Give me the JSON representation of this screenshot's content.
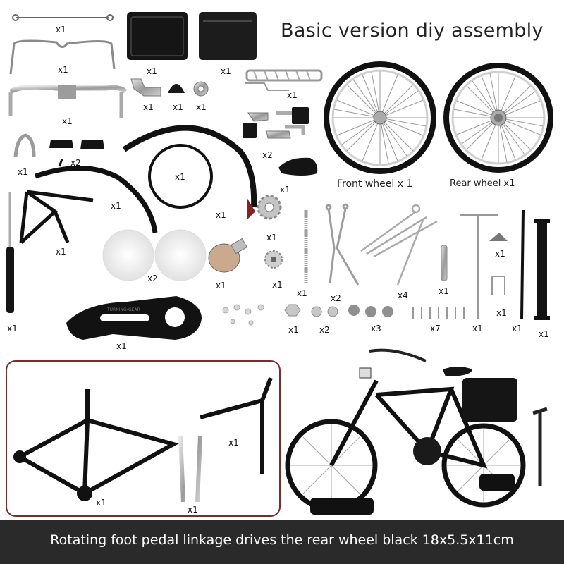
{
  "title": "Basic version diy assembly",
  "quantities": {
    "wire": "x1",
    "bag_front": "x1",
    "bag_back": "x1",
    "handlebar": "x1",
    "bracket": "x1",
    "seat_cone": "x1",
    "nut_top": "x1",
    "rack": "x1",
    "stem": "x1",
    "clip": "x1",
    "blocks": "x2",
    "pedals": "x2",
    "saddle": "x1",
    "fender": "x1",
    "tire": "x1",
    "mudguard": "x1",
    "kickstand": "x1",
    "discs": "x2",
    "gear": "x1",
    "hub": "x1",
    "sprocket": "x1",
    "chainguard": "x1",
    "screwdriver": "x1",
    "brake_levers": "x2",
    "spokes_bundle": "x4",
    "pin": "x1",
    "pump": "x1",
    "spring": "x1",
    "staple": "x1",
    "rod": "x1",
    "stand": "x1",
    "nut_a": "x1",
    "nut_b": "x2",
    "washers": "x3",
    "screws": "x7",
    "frame": "x1",
    "fork": "x1",
    "rear_stay": "x1",
    "small_parts": "x1"
  },
  "wheels": {
    "front": "Front wheel x 1",
    "rear": "Rear wheel x1"
  },
  "banner": "Rotating foot pedal linkage drives the rear wheel black 18x5.5x11cm",
  "colors": {
    "banner_bg": "#2a2a2a",
    "frame_border": "#7a2d2d",
    "metal": "#b9b9b9",
    "part_black": "#151515"
  }
}
